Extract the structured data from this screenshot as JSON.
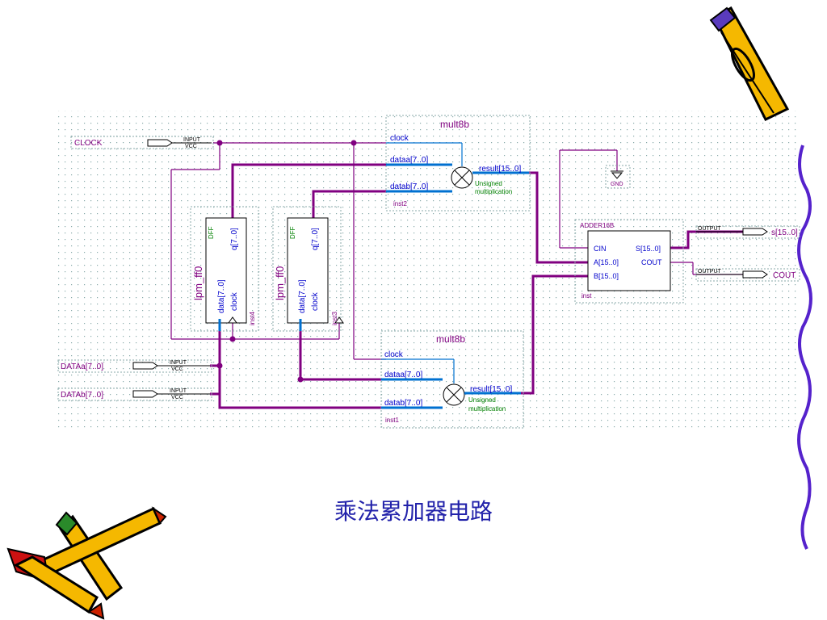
{
  "caption": "乘法累加器电路",
  "colors": {
    "wire": "#800080",
    "bus_blue": "#0070d0",
    "label_blue": "#0000cc",
    "label_green": "#008000",
    "instance": "#800080",
    "border": "#88aaaa",
    "grid": "#9aa"
  },
  "ports": {
    "clock_in": {
      "name": "CLOCK",
      "tag": "INPUT",
      "vcc": "VCC"
    },
    "dataa_in": {
      "name": "DATAa[7..0]",
      "tag": "INPUT",
      "vcc": "VCC"
    },
    "datab_in": {
      "name": "DATAb[7..0]",
      "tag": "INPUT",
      "vcc": "VCC"
    },
    "s_out": {
      "name": "s[15..0]",
      "tag": "OUTPUT"
    },
    "cout_out": {
      "name": "COUT",
      "tag": "OUTPUT"
    },
    "gnd": "GND"
  },
  "mult_top": {
    "title": "mult8b",
    "clock": "clock",
    "dataa": "dataa[7..0]",
    "datab": "datab[7..0]",
    "result": "result[15..0]",
    "note1": "Unsigned",
    "note2": "multiplication",
    "inst": "inst2"
  },
  "mult_bottom": {
    "title": "mult8b",
    "clock": "clock",
    "dataa": "dataa[7..0]",
    "datab": "datab[7..0]",
    "result": "result[15..0]",
    "note1": "Unsigned",
    "note2": "multiplication",
    "inst": "inst1"
  },
  "ff_left": {
    "name": "lpm_ff0",
    "kind": "DFF",
    "q": "q[7..0]",
    "data": "data[7..0]",
    "clock": "clock",
    "inst": "inst4"
  },
  "ff_right": {
    "name": "lpm_ff0",
    "kind": "DFF",
    "q": "q[7..0]",
    "data": "data[7..0]",
    "clock": "clock",
    "inst": "inst3"
  },
  "adder": {
    "title": "ADDER16B",
    "cin": "CIN",
    "a": "A[15..0]",
    "b": "B[15..0]",
    "s": "S[15..0]",
    "cout": "COUT",
    "inst": "inst"
  }
}
